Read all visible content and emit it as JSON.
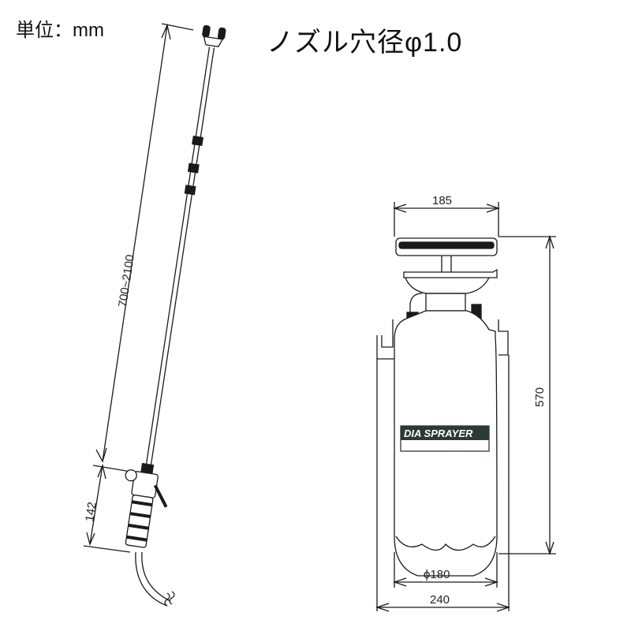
{
  "header": {
    "unit_label": "単位：mm",
    "title": "ノズル穴径φ1.0"
  },
  "wand": {
    "length_label": "700~2100",
    "handle_label": "142"
  },
  "tank": {
    "brand_label": "DIA SPRAYER",
    "width_top": "185",
    "height": "570",
    "diameter": "ϕ180",
    "width_base": "240"
  },
  "colors": {
    "line": "#1a1a1a",
    "label_bg": "#2b3a34"
  }
}
